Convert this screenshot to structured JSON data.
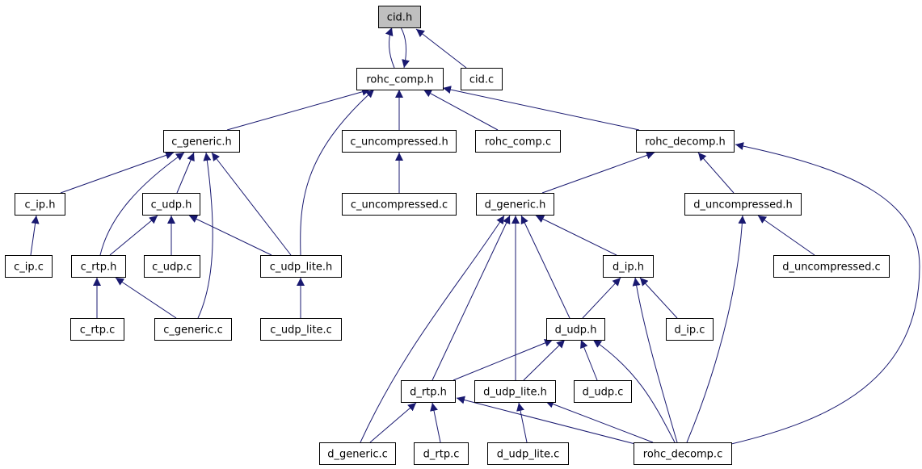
{
  "colors": {
    "edge": "#191970",
    "root_fill": "#bfbfbf",
    "node_fill": "#ffffff",
    "border": "#000000"
  },
  "nodes": {
    "cid_h": "cid.h",
    "rohc_comp_h": "rohc_comp.h",
    "cid_c": "cid.c",
    "c_generic_h": "c_generic.h",
    "c_uncompressed_h": "c_uncompressed.h",
    "rohc_comp_c": "rohc_comp.c",
    "rohc_decomp_h": "rohc_decomp.h",
    "c_ip_h": "c_ip.h",
    "c_udp_h": "c_udp.h",
    "c_uncompressed_c": "c_uncompressed.c",
    "d_generic_h": "d_generic.h",
    "d_uncompressed_h": "d_uncompressed.h",
    "c_ip_c": "c_ip.c",
    "c_rtp_h": "c_rtp.h",
    "c_udp_c": "c_udp.c",
    "c_udp_lite_h": "c_udp_lite.h",
    "d_ip_h": "d_ip.h",
    "d_uncompressed_c": "d_uncompressed.c",
    "c_rtp_c": "c_rtp.c",
    "c_generic_c": "c_generic.c",
    "c_udp_lite_c": "c_udp_lite.c",
    "d_udp_h": "d_udp.h",
    "d_ip_c": "d_ip.c",
    "d_rtp_h": "d_rtp.h",
    "d_udp_lite_h": "d_udp_lite.h",
    "d_udp_c": "d_udp.c",
    "d_generic_c": "d_generic.c",
    "d_rtp_c": "d_rtp.c",
    "d_udp_lite_c": "d_udp_lite.c",
    "rohc_decomp_c": "rohc_decomp.c"
  }
}
